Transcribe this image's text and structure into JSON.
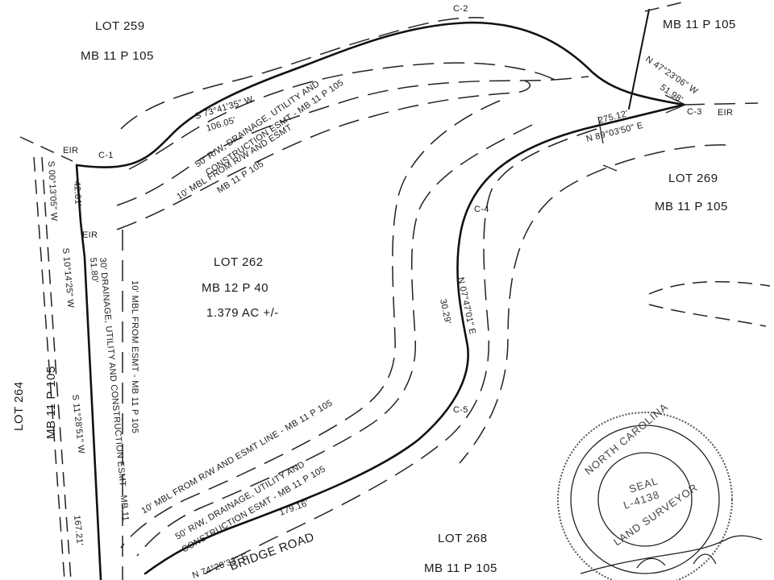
{
  "lots": {
    "lot259": {
      "name": "LOT 259",
      "ref": "MB 11 P 105"
    },
    "lot_tr": {
      "ref": "MB 11 P 105"
    },
    "lot262": {
      "name": "LOT 262",
      "ref": "MB 12 P 40",
      "area": "1.379 AC +/-"
    },
    "lot264": {
      "name": "LOT 264",
      "ref": "MB 11 P 105"
    },
    "lot268": {
      "name": "LOT 268",
      "ref": "MB 11 P 105"
    },
    "lot269": {
      "name": "LOT 269",
      "ref": "MB 11 P 105"
    }
  },
  "curves": {
    "c1": "C-1",
    "c2": "C-2",
    "c3": "C-3",
    "c4": "C-4",
    "c5": "C-5"
  },
  "markers": {
    "eir": "EIR"
  },
  "bearings": {
    "top_line": "S 73°41'35\" W",
    "top_dist": "106.05'",
    "ne_line": "N 47°23'06\" W",
    "ne_dist": "51.98'",
    "east_dist": "275.12'",
    "east_line": "N 89°03'50\" E",
    "center_line": "N 07°47'01\" E",
    "center_dist": "30.29'",
    "bottom_line": "N 74°20'33\" E",
    "bottom_dist": "179.16'",
    "west_a": "S 00°13'05\" W",
    "west_a_dist": "42.01'",
    "west_b": "S 10°14'25\" W",
    "west_b_dist": "51.80'",
    "west_c": "S 11°28'51\" W",
    "west_c_dist": "167.21'"
  },
  "easements": {
    "top_esmt_1": "50' R/W, DRAINAGE, UTILITY AND",
    "top_esmt_2": "CONSTRUCTION ESMT - MB 11 P 105",
    "top_mbl_1": "10' MBL FROM R/W AND ESMT",
    "top_mbl_2": "MB 11 P 105",
    "west_esmt": "30' DRAINAGE, UTILITY AND CONSTRUCTION ESMT - MB 11",
    "west_mbl": "10' MBL FROM ESMT - MB 11 P 105",
    "bottom_mbl": "10' MBL FROM R/W AND ESMT LINE - MB 11 P 105",
    "bottom_esmt_1": "50' R/W, DRAINAGE, UTILITY AND",
    "bottom_esmt_2": "CONSTRUCTION ESMT - MB 11 P 105"
  },
  "road": {
    "name": "BRIDGE ROAD"
  },
  "seal": {
    "top_text": "NORTH CAROLINA",
    "center": "SEAL",
    "number": "L-4138",
    "bottom_text": "LAND SURVEYOR"
  }
}
